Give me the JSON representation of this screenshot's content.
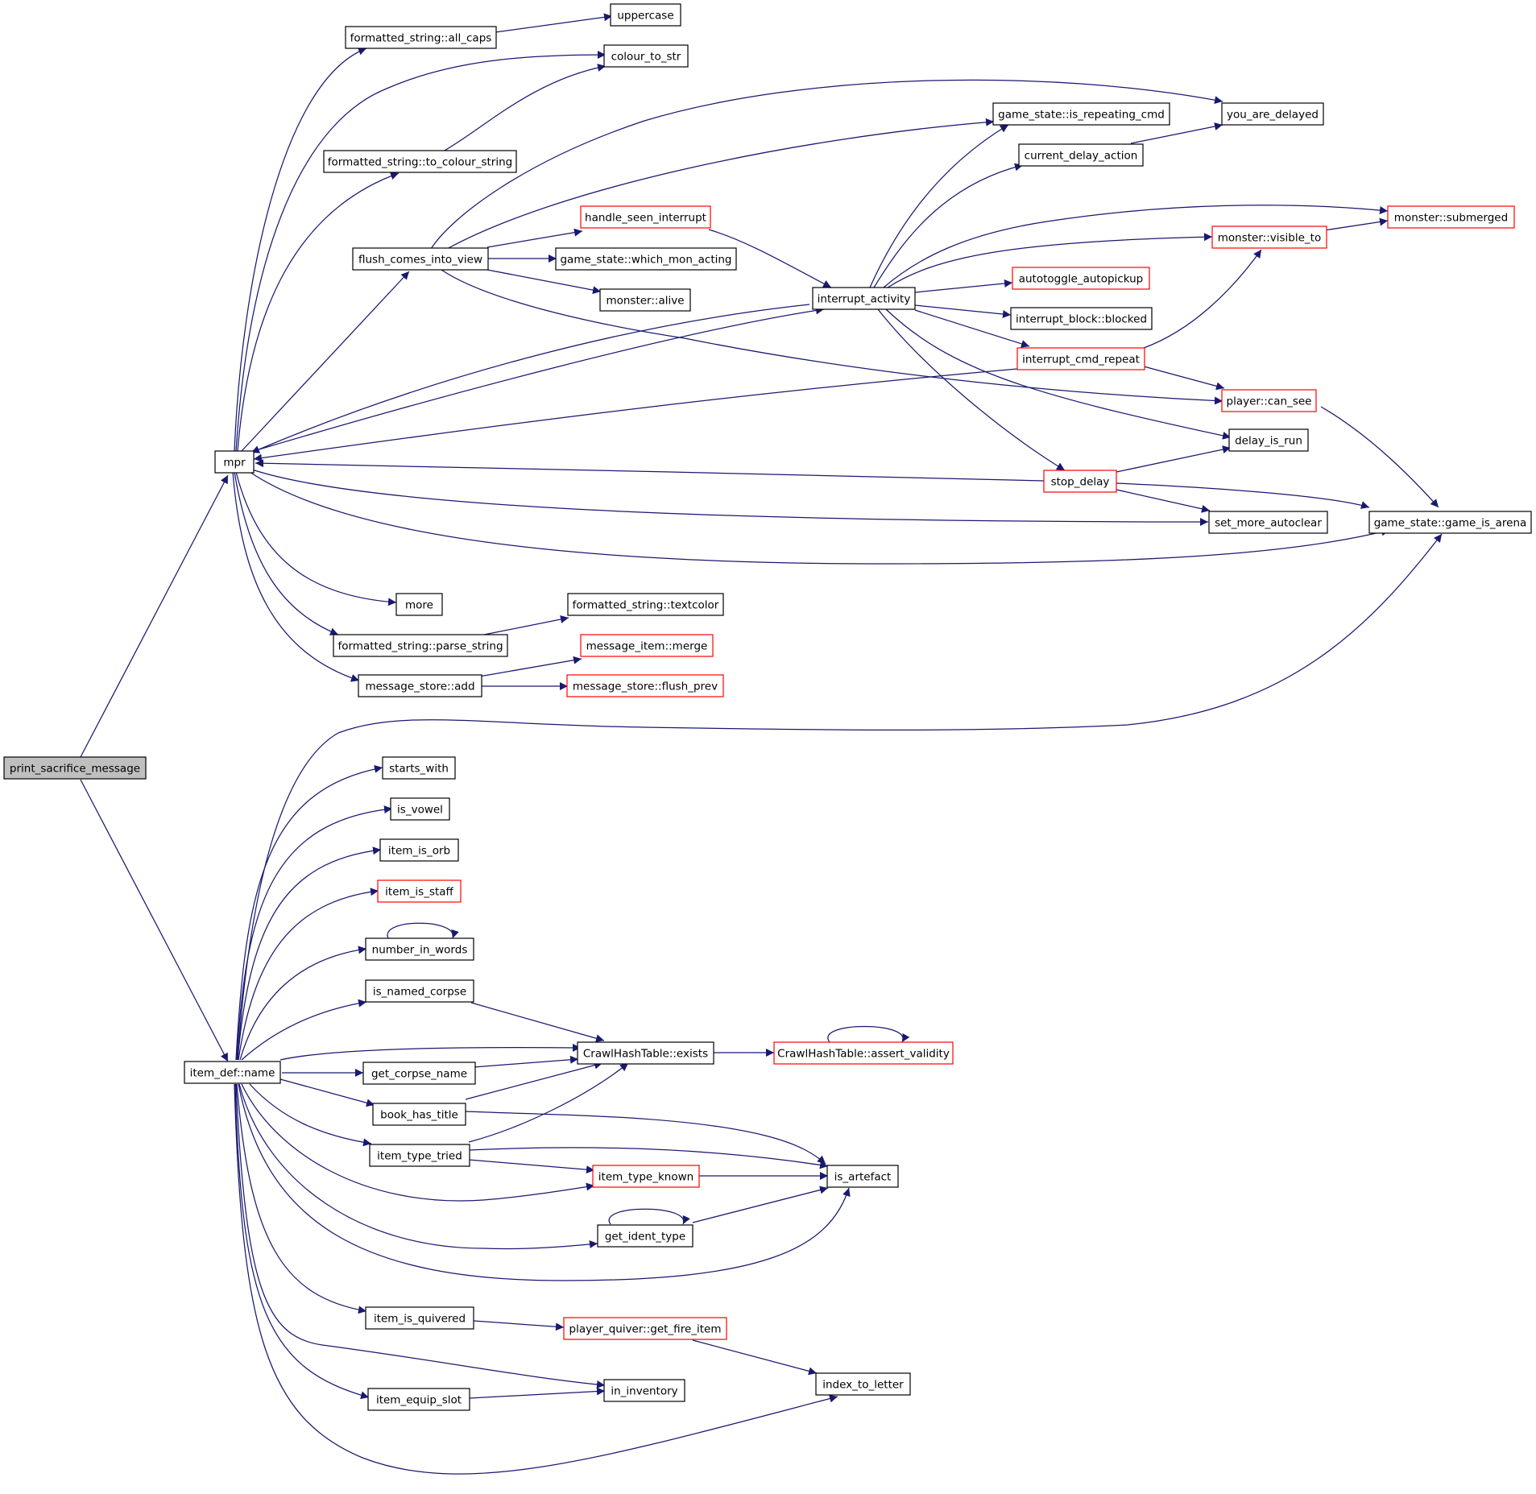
{
  "nodes": {
    "print_sacrifice_message": "print_sacrifice_message",
    "mpr": "mpr",
    "item_def_name": "item_def::name",
    "all_caps": "formatted_string::all_caps",
    "uppercase": "uppercase",
    "colour_to_str": "colour_to_str",
    "to_colour_string": "formatted_string::to_colour_string",
    "flush_comes_into_view": "flush_comes_into_view",
    "handle_seen_interrupt": "handle_seen_interrupt",
    "which_mon_acting": "game_state::which_mon_acting",
    "monster_alive": "monster::alive",
    "is_repeating_cmd": "game_state::is_repeating_cmd",
    "current_delay_action": "current_delay_action",
    "you_are_delayed": "you_are_delayed",
    "interrupt_activity": "interrupt_activity",
    "monster_submerged": "monster::submerged",
    "monster_visible_to": "monster::visible_to",
    "autotoggle_autopickup": "autotoggle_autopickup",
    "interrupt_block_blocked": "interrupt_block::blocked",
    "interrupt_cmd_repeat": "interrupt_cmd_repeat",
    "player_can_see": "player::can_see",
    "delay_is_run": "delay_is_run",
    "stop_delay": "stop_delay",
    "set_more_autoclear": "set_more_autoclear",
    "game_is_arena": "game_state::game_is_arena",
    "more": "more",
    "textcolor": "formatted_string::textcolor",
    "parse_string": "formatted_string::parse_string",
    "message_item_merge": "message_item::merge",
    "message_store_add": "message_store::add",
    "message_store_flush_prev": "message_store::flush_prev",
    "starts_with": "starts_with",
    "is_vowel": "is_vowel",
    "item_is_orb": "item_is_orb",
    "item_is_staff": "item_is_staff",
    "number_in_words": "number_in_words",
    "is_named_corpse": "is_named_corpse",
    "crawl_exists": "CrawlHashTable::exists",
    "assert_validity": "CrawlHashTable::assert_validity",
    "get_corpse_name": "get_corpse_name",
    "book_has_title": "book_has_title",
    "item_type_tried": "item_type_tried",
    "item_type_known": "item_type_known",
    "is_artefact": "is_artefact",
    "get_ident_type": "get_ident_type",
    "item_is_quivered": "item_is_quivered",
    "get_fire_item": "player_quiver::get_fire_item",
    "index_to_letter": "index_to_letter",
    "in_inventory": "in_inventory",
    "item_equip_slot": "item_equip_slot"
  },
  "colors": {
    "edge": "#191970",
    "node_border": "#000000",
    "truncated_border": "#ff0000",
    "root_fill": "#bfbfbf"
  }
}
